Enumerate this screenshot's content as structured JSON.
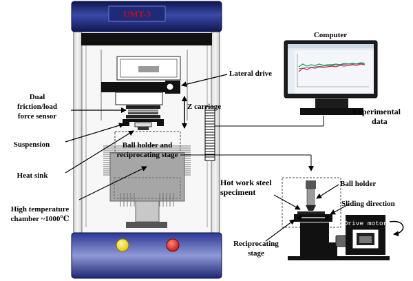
{
  "machine": {
    "model": "UMT-3"
  },
  "labels": {
    "lateral_drive": "Lateral drive",
    "dual_sensor_1": "Dual",
    "dual_sensor_2": "friction/load",
    "dual_sensor_3": "force sensor",
    "z_carriage": "Z carriage",
    "suspension": "Suspension",
    "ball_holder_stage_1": "Ball holder and",
    "ball_holder_stage_2": "reciprocating stage",
    "heat_sink": "Heat sink",
    "chamber_1": "High temperature",
    "chamber_2": "chamber ~1000℃",
    "computer": "Computer",
    "experimental_data_1": "Experimental",
    "experimental_data_2": "data",
    "specimen_1": "Hot work steel",
    "specimen_2": "speciment",
    "ball_holder": "Ball holder",
    "sliding_direction": "Sliding direction",
    "reciprocating_stage_1": "Reciprocating",
    "reciprocating_stage_2": "stage",
    "drive_motor": "Drive motor"
  },
  "colors": {
    "frame_blue": "#1f2a78",
    "frame_light": "#9aa3d0",
    "indicator_yellow": "#f2d21b",
    "indicator_red": "#e0241d",
    "model_text": "#c0101a",
    "plot_green": "#1a9a3a",
    "plot_red": "#d8262e"
  }
}
